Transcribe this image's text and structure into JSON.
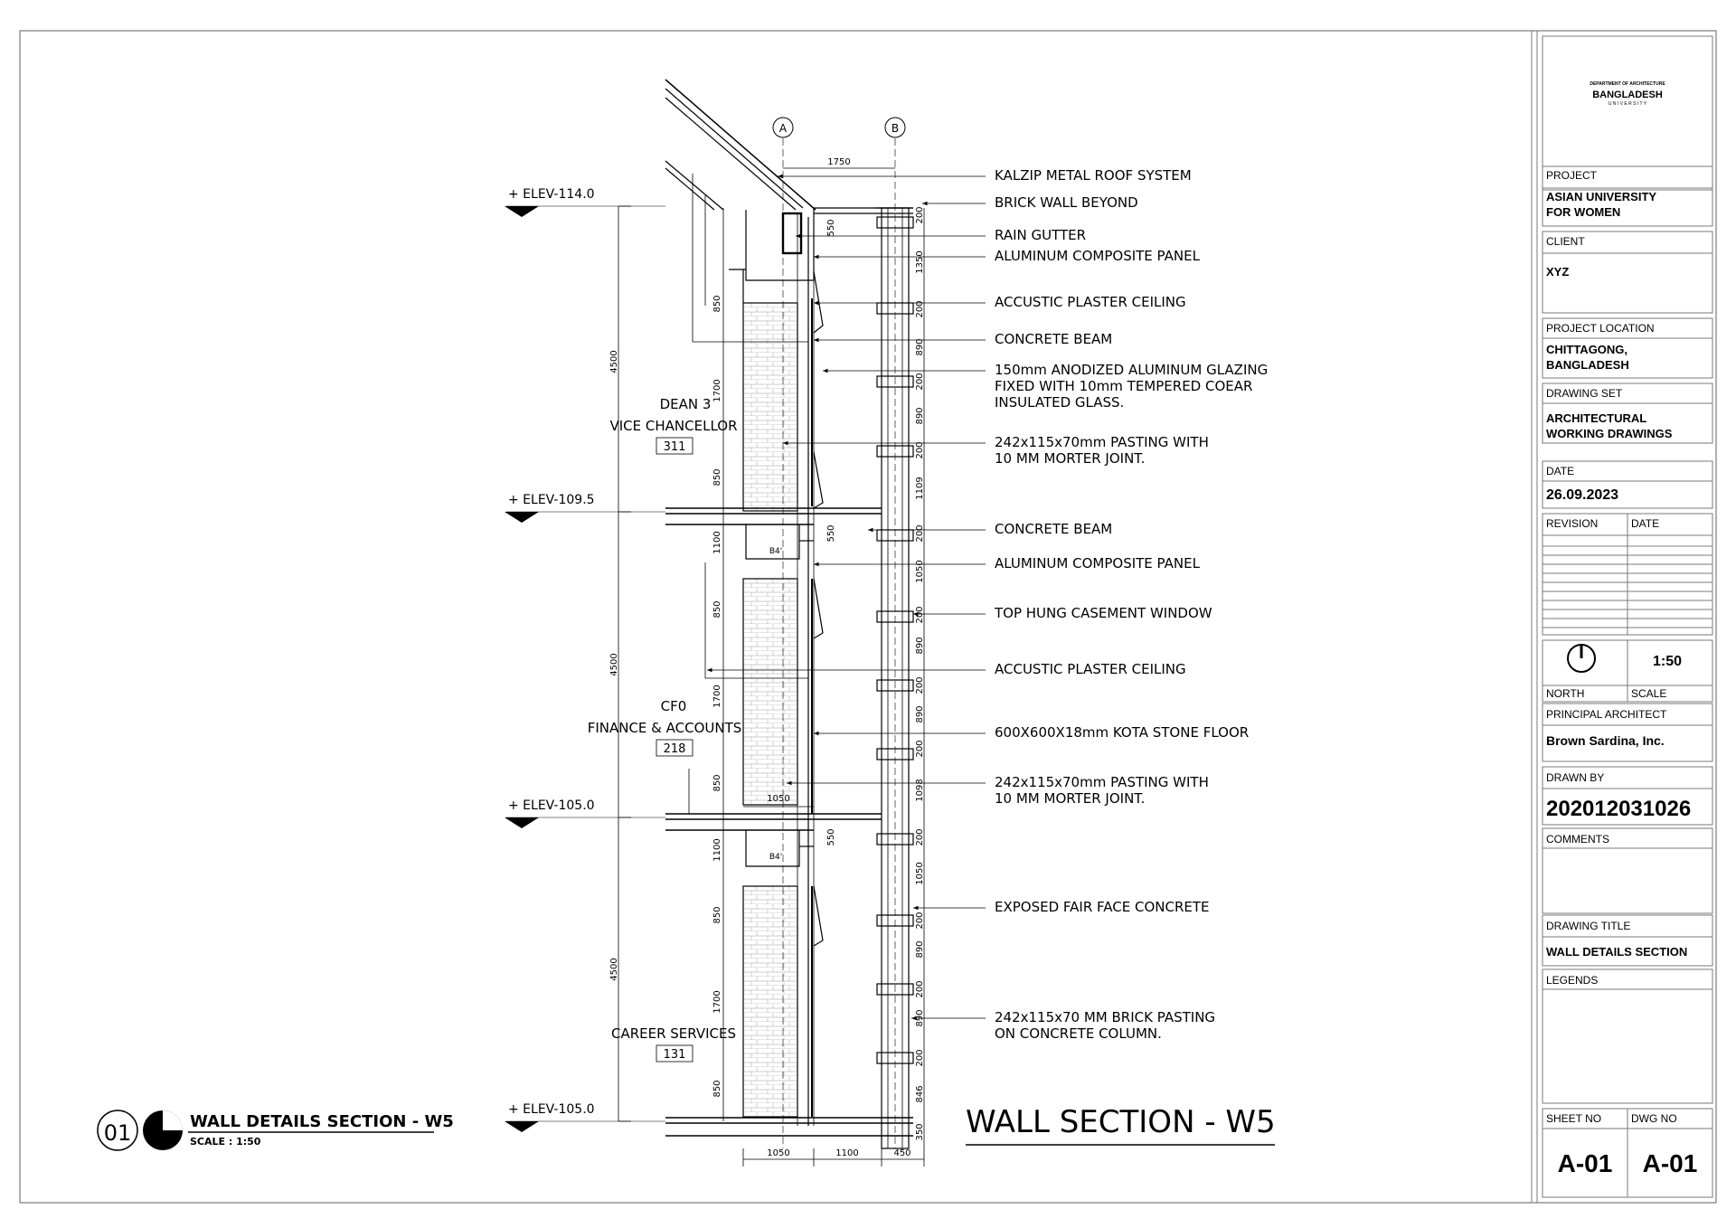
{
  "elevations": [
    {
      "label": "+ ELEV-114.0"
    },
    {
      "label": "+ ELEV-109.5"
    },
    {
      "label": "+ ELEV-105.0"
    },
    {
      "label": "+ ELEV-105.0"
    }
  ],
  "grid": {
    "a": "A",
    "b": "B",
    "spacing": "1750"
  },
  "rooms": [
    {
      "name1": "DEAN 3",
      "name2": "VICE CHANCELLOR",
      "number": "311"
    },
    {
      "name1": "CF0",
      "name2": "FINANCE & ACCOUNTS",
      "number": "218"
    },
    {
      "name1": "",
      "name2": "CAREER SERVICES",
      "number": "131"
    }
  ],
  "callouts": [
    {
      "lines": [
        "KALZIP METAL ROOF SYSTEM"
      ]
    },
    {
      "lines": [
        "BRICK WALL BEYOND"
      ]
    },
    {
      "lines": [
        "RAIN GUTTER"
      ]
    },
    {
      "lines": [
        "ALUMINUM COMPOSITE PANEL"
      ]
    },
    {
      "lines": [
        "ACCUSTIC PLASTER CEILING"
      ]
    },
    {
      "lines": [
        "CONCRETE BEAM"
      ]
    },
    {
      "lines": [
        "150mm ANODIZED ALUMINUM GLAZING",
        "FIXED WITH 10mm TEMPERED COEAR",
        "INSULATED GLASS."
      ]
    },
    {
      "lines": [
        "242x115x70mm PASTING WITH",
        "10 MM MORTER JOINT."
      ]
    },
    {
      "lines": [
        "CONCRETE BEAM"
      ]
    },
    {
      "lines": [
        "ALUMINUM COMPOSITE PANEL"
      ]
    },
    {
      "lines": [
        "TOP HUNG CASEMENT WINDOW"
      ]
    },
    {
      "lines": [
        "ACCUSTIC PLASTER CEILING"
      ]
    },
    {
      "lines": [
        "600X600X18mm KOTA STONE FLOOR"
      ]
    },
    {
      "lines": [
        "242x115x70mm PASTING WITH",
        "10 MM MORTER JOINT."
      ]
    },
    {
      "lines": [
        "EXPOSED FAIR FACE CONCRETE"
      ]
    },
    {
      "lines": [
        "242x115x70 MM BRICK PASTING",
        "ON CONCRETE COLUMN."
      ]
    }
  ],
  "dims_right": [
    "200",
    "1350",
    "200",
    "890",
    "200",
    "890",
    "200",
    "1109",
    "200",
    "1050",
    "200",
    "890",
    "200",
    "890",
    "200",
    "1098",
    "200",
    "1050",
    "200",
    "890",
    "200",
    "890",
    "200",
    "846",
    "350"
  ],
  "dims_left_inner": [
    "550",
    "850",
    "1700",
    "850",
    "1100",
    "550",
    "850",
    "1700",
    "850",
    "1100",
    "550",
    "850",
    "1700",
    "850"
  ],
  "dims_story": [
    "4500",
    "4500",
    "4500"
  ],
  "dims_bottom": [
    "1050",
    "1100",
    "450"
  ],
  "dim_floor_1050": "1050",
  "beam_tag": "B4'",
  "main_title": "WALL SECTION - W5",
  "detail": {
    "number": "01",
    "title": "WALL DETAILS SECTION - W5",
    "scale": "SCALE : 1:50"
  },
  "title_block": {
    "logo_line1": "DEPARTMENT OF ARCHITECTURE",
    "logo_line2": "BANGLADESH",
    "logo_line3": "U N I V E R S I T Y",
    "project_label": "PROJECT",
    "project_value_1": "ASIAN UNIVERSITY",
    "project_value_2": "FOR WOMEN",
    "client_label": "CLIENT",
    "client_value": "XYZ",
    "location_label": "PROJECT LOCATION",
    "location_value_1": "CHITTAGONG,",
    "location_value_2": "BANGLADESH",
    "set_label": "DRAWING SET",
    "set_value_1": "ARCHITECTURAL",
    "set_value_2": "WORKING DRAWINGS",
    "date_label": "DATE",
    "date_value": "26.09.2023",
    "revision_label": "REVISION",
    "revision_date_label": "DATE",
    "north_label": "NORTH",
    "scale_label": "SCALE",
    "scale_value": "1:50",
    "architect_label": "PRINCIPAL ARCHITECT",
    "architect_value": "Brown Sardina, Inc.",
    "drawn_label": "DRAWN BY",
    "drawn_value": "202012031026",
    "comments_label": "COMMENTS",
    "title_label": "DRAWING TITLE",
    "title_value": "WALL DETAILS SECTION",
    "legends_label": "LEGENDS",
    "sheet_label": "SHEET NO",
    "dwg_label": "DWG NO",
    "sheet_value": "A-01",
    "dwg_value": "A-01"
  }
}
